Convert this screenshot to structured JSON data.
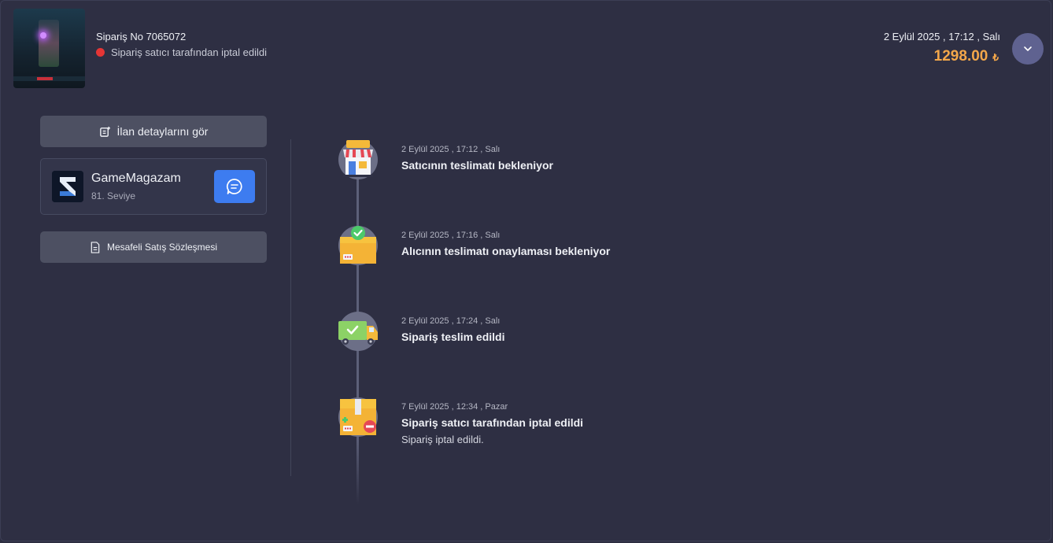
{
  "order": {
    "number": "Sipariş No 7065072",
    "status": "Sipariş satıcı tarafından iptal edildi",
    "date": "2 Eylül 2025 , 17:12 , Salı",
    "price": "1298.00",
    "currency": "₺",
    "status_color": "#e53535",
    "price_color": "#f3a74a"
  },
  "actions": {
    "detail_label": "İlan detaylarını gör",
    "contract_label": "Mesafeli Satış Sözleşmesi"
  },
  "seller": {
    "name": "GameMagazam",
    "level": "81. Seviye"
  },
  "timeline": [
    {
      "date": "2 Eylül 2025 , 17:12 , Salı",
      "title": "Satıcının teslimatı bekleniyor",
      "icon": "store-icon"
    },
    {
      "date": "2 Eylül 2025 , 17:16 , Salı",
      "title": "Alıcının teslimatı onaylaması bekleniyor",
      "icon": "box-check-icon"
    },
    {
      "date": "2 Eylül 2025 , 17:24 , Salı",
      "title": "Sipariş teslim edildi",
      "icon": "truck-check-icon"
    },
    {
      "date": "7 Eylül 2025 , 12:34 , Pazar",
      "title": "Sipariş satıcı tarafından iptal edildi",
      "note": "Sipariş iptal edildi.",
      "icon": "box-cancel-icon"
    }
  ]
}
